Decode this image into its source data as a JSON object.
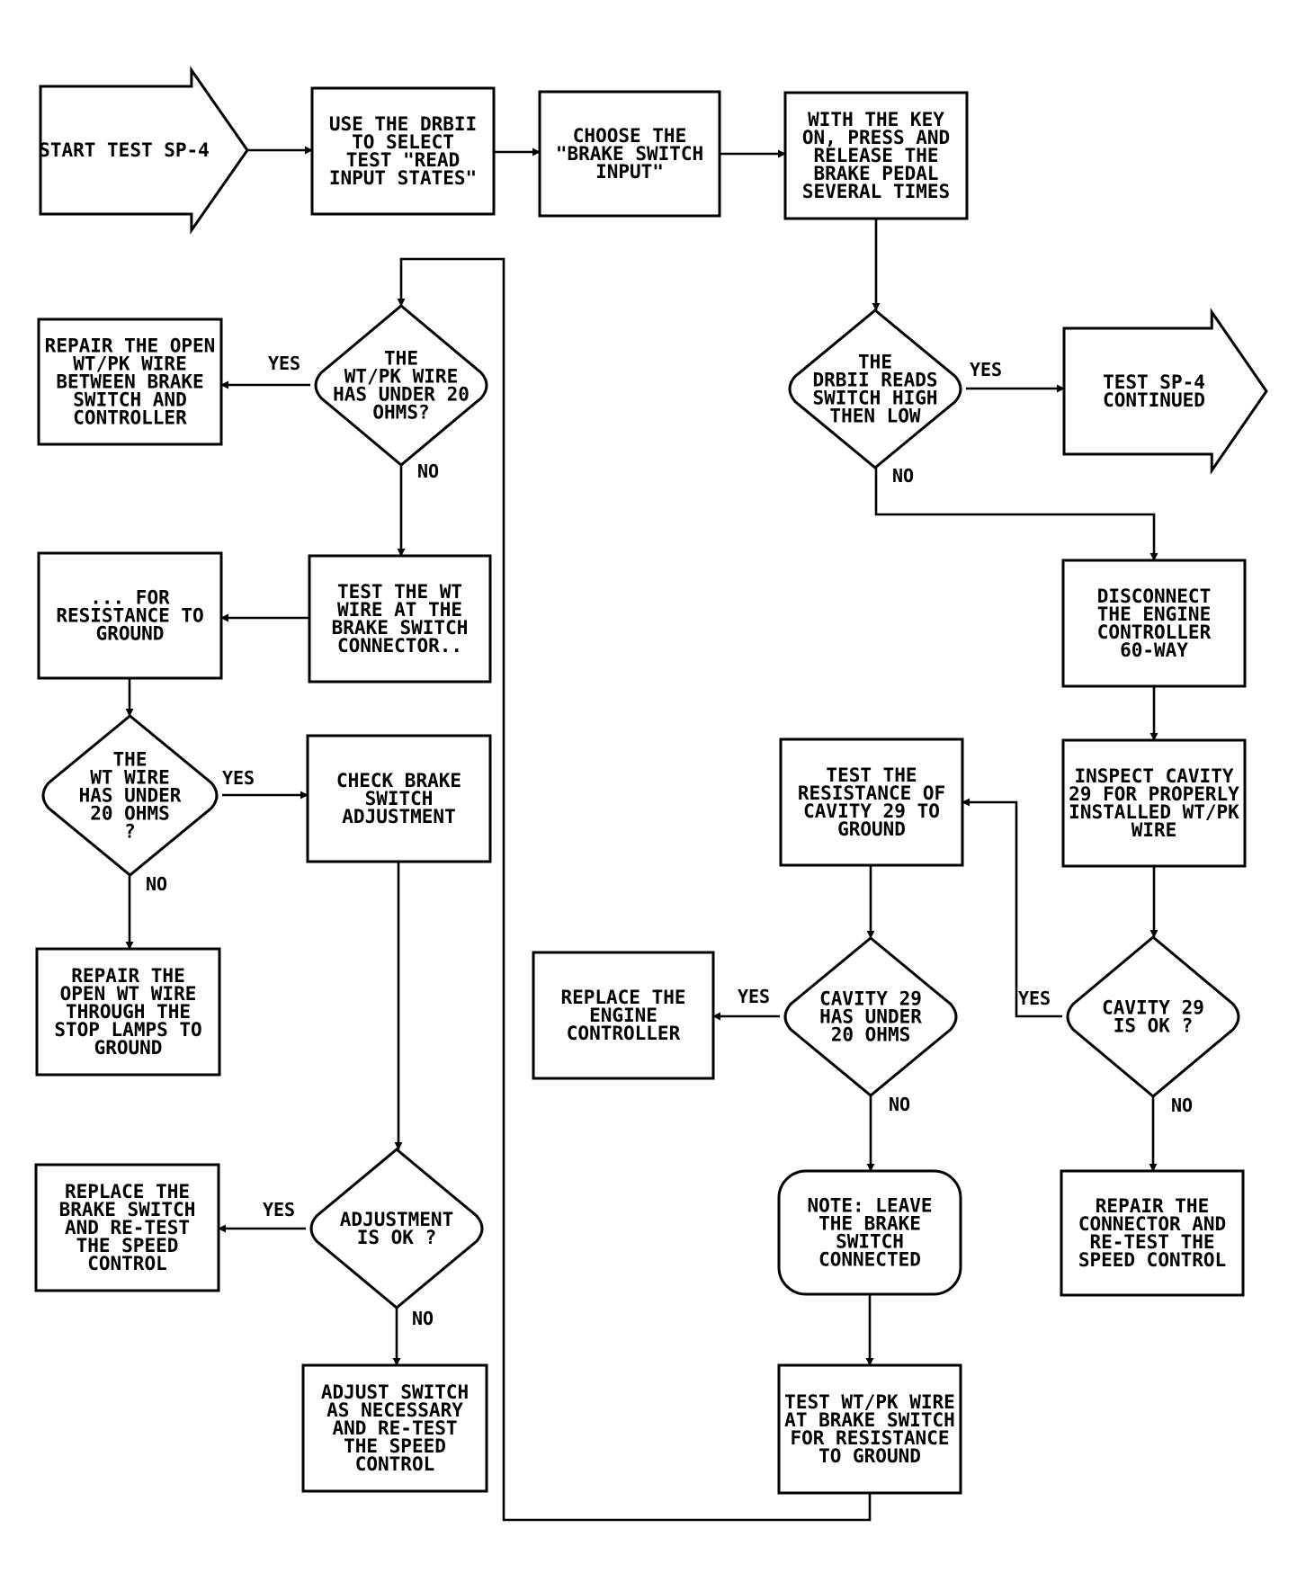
{
  "nodes": {
    "start": {
      "lines": [
        "START TEST SP-4"
      ]
    },
    "use_drbii": {
      "lines": [
        "USE THE DRBII",
        "TO SELECT",
        "TEST \"READ",
        "INPUT STATES\""
      ]
    },
    "choose": {
      "lines": [
        "CHOOSE THE",
        "\"BRAKE SWITCH",
        "INPUT\""
      ]
    },
    "key_on": {
      "lines": [
        "WITH THE KEY",
        "ON, PRESS AND",
        "RELEASE THE",
        "BRAKE PEDAL",
        "SEVERAL TIMES"
      ]
    },
    "drbii_reads": {
      "lines": [
        "THE",
        "DRBII READS",
        "SWITCH HIGH",
        "THEN LOW"
      ]
    },
    "continued": {
      "lines": [
        "TEST SP-4",
        "CONTINUED"
      ]
    },
    "disconnect": {
      "lines": [
        "DISCONNECT",
        "THE ENGINE",
        "CONTROLLER",
        "60-WAY"
      ]
    },
    "inspect": {
      "lines": [
        "INSPECT CAVITY",
        "29 FOR PROPERLY",
        "INSTALLED WT/PK",
        "WIRE"
      ]
    },
    "cavity_ok": {
      "lines": [
        "CAVITY 29",
        "IS OK ?"
      ]
    },
    "repair_connector": {
      "lines": [
        "REPAIR THE",
        "CONNECTOR AND",
        "RE-TEST THE",
        "SPEED CONTROL"
      ]
    },
    "test_cavity": {
      "lines": [
        "TEST THE",
        "RESISTANCE OF",
        "CAVITY 29 TO",
        "GROUND"
      ]
    },
    "cavity_under": {
      "lines": [
        "CAVITY 29",
        "HAS UNDER",
        "20 OHMS"
      ]
    },
    "replace_ctrl": {
      "lines": [
        "REPLACE THE",
        "ENGINE",
        "CONTROLLER"
      ]
    },
    "note": {
      "lines": [
        "NOTE: LEAVE",
        "THE BRAKE",
        "SWITCH",
        "CONNECTED"
      ]
    },
    "test_wtpk": {
      "lines": [
        "TEST WT/PK WIRE",
        "AT BRAKE SWITCH",
        "FOR RESISTANCE",
        "TO GROUND"
      ]
    },
    "wtpk_under": {
      "lines": [
        "THE",
        "WT/PK WIRE",
        "HAS UNDER 20",
        "OHMS?"
      ]
    },
    "repair_wtpk": {
      "lines": [
        "REPAIR THE OPEN",
        "WT/PK WIRE",
        "BETWEEN BRAKE",
        "SWITCH AND",
        "CONTROLLER"
      ]
    },
    "test_wt": {
      "lines": [
        "TEST THE WT",
        "WIRE AT THE",
        "BRAKE SWITCH",
        "CONNECTOR.."
      ]
    },
    "for_resistance": {
      "lines": [
        "... FOR",
        "RESISTANCE TO",
        "GROUND"
      ]
    },
    "wt_under": {
      "lines": [
        "THE",
        "WT WIRE",
        "HAS UNDER",
        "20 OHMS",
        "?"
      ]
    },
    "check_adj": {
      "lines": [
        "CHECK BRAKE",
        "SWITCH",
        "ADJUSTMENT"
      ]
    },
    "repair_wt": {
      "lines": [
        "REPAIR THE",
        "OPEN WT WIRE",
        "THROUGH THE",
        "STOP LAMPS TO",
        "GROUND"
      ]
    },
    "adj_ok": {
      "lines": [
        "ADJUSTMENT",
        "IS OK ?"
      ]
    },
    "replace_switch": {
      "lines": [
        "REPLACE THE",
        "BRAKE SWITCH",
        "AND RE-TEST",
        "THE SPEED",
        "CONTROL"
      ]
    },
    "adjust_switch": {
      "lines": [
        "ADJUST SWITCH",
        "AS NECESSARY",
        "AND RE-TEST",
        "THE SPEED",
        "CONTROL"
      ]
    }
  },
  "edge_labels": {
    "yes": "YES",
    "no": "NO"
  }
}
